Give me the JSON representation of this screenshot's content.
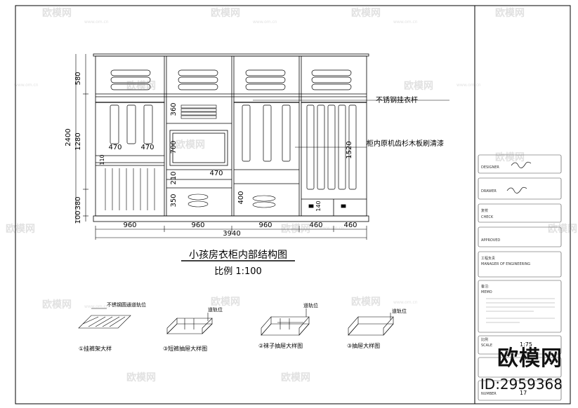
{
  "drawing": {
    "title": "小孩房衣柜内部结构图",
    "scale": "比例 1:100",
    "labels": {
      "rail": "不锈钢挂衣杆",
      "finish": "柜内原机齿杉木板刷清漆"
    },
    "dims_left": [
      "580",
      "1280",
      "2400",
      "380",
      "100"
    ],
    "dims_bottom": [
      "960",
      "960",
      "960",
      "460",
      "460"
    ],
    "total_width": "3940",
    "inner_dims": [
      "470",
      "470",
      "360",
      "700",
      "470",
      "210",
      "350",
      "400",
      "110",
      "1520",
      "140"
    ]
  },
  "details": [
    {
      "caption": "①挂裤架大样",
      "note": "不锈钢圆通道轨位"
    },
    {
      "caption": "③短裤抽屉大样图",
      "note": "道轨位"
    },
    {
      "caption": "②袜子抽屉大样图",
      "note": "道轨位"
    },
    {
      "caption": "③抽屉大样图",
      "note": "道轨位"
    }
  ],
  "title_block": {
    "designer_label": "DESIGNER",
    "drawer_label": "DRAWER",
    "check_cn": "复校",
    "check_label": "CHECK",
    "approved_label": "APPROVED",
    "manager_cn": "工程负责",
    "manager_label": "MANAGER OF ENGINEERING",
    "memo_cn": "备注:",
    "memo_label": "MEMO",
    "scale_cn": "比例",
    "scale_label": "SCALE",
    "scale_value": "1:75",
    "number_label": "NUMBER",
    "number_value": "17"
  },
  "watermark": {
    "brand": "欧模网",
    "id": "ID:2959368",
    "url": "www.om.cn"
  }
}
